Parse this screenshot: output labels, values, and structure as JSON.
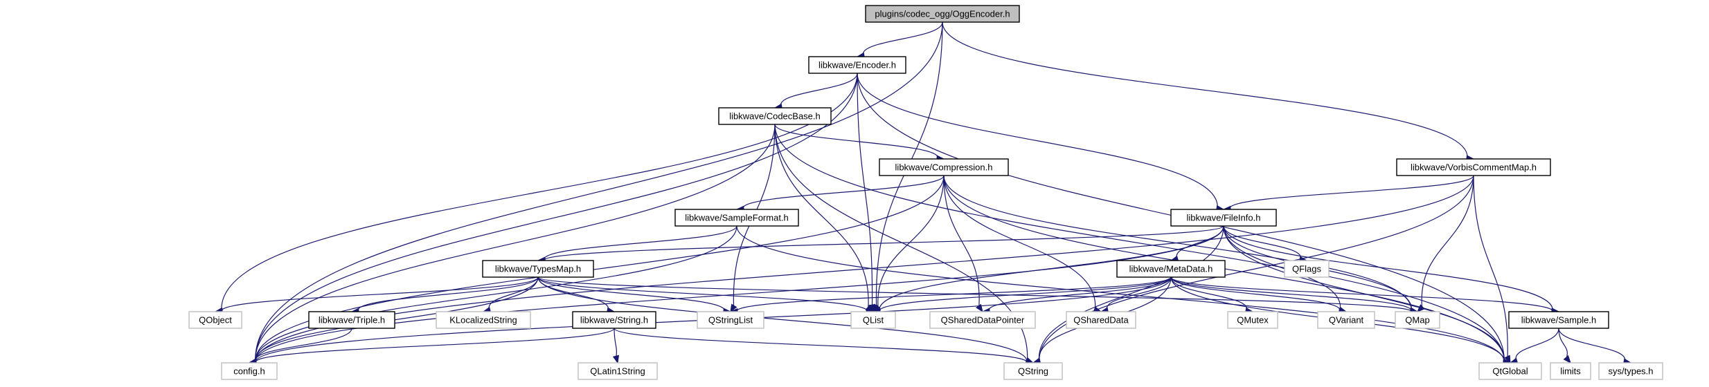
{
  "nodes": [
    {
      "id": "ogg",
      "label": "plugins/codec_ogg/OggEncoder.h",
      "kind": "main"
    },
    {
      "id": "enc",
      "label": "libkwave/Encoder.h",
      "kind": "file"
    },
    {
      "id": "cb",
      "label": "libkwave/CodecBase.h",
      "kind": "file"
    },
    {
      "id": "comp",
      "label": "libkwave/Compression.h",
      "kind": "file"
    },
    {
      "id": "vcm",
      "label": "libkwave/VorbisCommentMap.h",
      "kind": "file"
    },
    {
      "id": "sf",
      "label": "libkwave/SampleFormat.h",
      "kind": "file"
    },
    {
      "id": "fi",
      "label": "libkwave/FileInfo.h",
      "kind": "file"
    },
    {
      "id": "tm",
      "label": "libkwave/TypesMap.h",
      "kind": "file"
    },
    {
      "id": "md",
      "label": "libkwave/MetaData.h",
      "kind": "file"
    },
    {
      "id": "triple",
      "label": "libkwave/Triple.h",
      "kind": "file"
    },
    {
      "id": "str",
      "label": "libkwave/String.h",
      "kind": "file"
    },
    {
      "id": "samp",
      "label": "libkwave/Sample.h",
      "kind": "file"
    },
    {
      "id": "qobj",
      "label": "QObject",
      "kind": "ext"
    },
    {
      "id": "kls",
      "label": "KLocalizedString",
      "kind": "ext"
    },
    {
      "id": "qsl",
      "label": "QStringList",
      "kind": "ext"
    },
    {
      "id": "qlist",
      "label": "QList",
      "kind": "ext"
    },
    {
      "id": "qsdp",
      "label": "QSharedDataPointer",
      "kind": "ext"
    },
    {
      "id": "qsd",
      "label": "QSharedData",
      "kind": "ext"
    },
    {
      "id": "qmutex",
      "label": "QMutex",
      "kind": "ext"
    },
    {
      "id": "qvar",
      "label": "QVariant",
      "kind": "ext"
    },
    {
      "id": "qmap",
      "label": "QMap",
      "kind": "ext"
    },
    {
      "id": "qflags",
      "label": "QFlags",
      "kind": "ext"
    },
    {
      "id": "config",
      "label": "config.h",
      "kind": "ext"
    },
    {
      "id": "ql1s",
      "label": "QLatin1String",
      "kind": "ext"
    },
    {
      "id": "qstr",
      "label": "QString",
      "kind": "ext"
    },
    {
      "id": "qglob",
      "label": "QtGlobal",
      "kind": "ext"
    },
    {
      "id": "limits",
      "label": "limits",
      "kind": "ext"
    },
    {
      "id": "systy",
      "label": "sys/types.h",
      "kind": "ext"
    }
  ],
  "edges": [
    [
      "ogg",
      "enc"
    ],
    [
      "ogg",
      "config"
    ],
    [
      "ogg",
      "qlist"
    ],
    [
      "ogg",
      "vcm"
    ],
    [
      "enc",
      "cb"
    ],
    [
      "enc",
      "config"
    ],
    [
      "enc",
      "qobj"
    ],
    [
      "enc",
      "qlist"
    ],
    [
      "enc",
      "fi"
    ],
    [
      "enc",
      "qglob"
    ],
    [
      "cb",
      "comp"
    ],
    [
      "cb",
      "config"
    ],
    [
      "cb",
      "qsl"
    ],
    [
      "cb",
      "qstr"
    ],
    [
      "cb",
      "qlist"
    ],
    [
      "cb",
      "qglob"
    ],
    [
      "comp",
      "sf"
    ],
    [
      "comp",
      "qlist"
    ],
    [
      "comp",
      "qsdp"
    ],
    [
      "comp",
      "qsd"
    ],
    [
      "comp",
      "qmap"
    ],
    [
      "comp",
      "qglob"
    ],
    [
      "comp",
      "config"
    ],
    [
      "vcm",
      "fi"
    ],
    [
      "vcm",
      "qmap"
    ],
    [
      "vcm",
      "qstr"
    ],
    [
      "vcm",
      "qglob"
    ],
    [
      "vcm",
      "config"
    ],
    [
      "sf",
      "tm"
    ],
    [
      "sf",
      "config"
    ],
    [
      "sf",
      "qglob"
    ],
    [
      "fi",
      "tm"
    ],
    [
      "fi",
      "md"
    ],
    [
      "fi",
      "qflags"
    ],
    [
      "fi",
      "qlist"
    ],
    [
      "fi",
      "qmap"
    ],
    [
      "fi",
      "qvar"
    ],
    [
      "fi",
      "qstr"
    ],
    [
      "fi",
      "qglob"
    ],
    [
      "fi",
      "samp"
    ],
    [
      "fi",
      "config"
    ],
    [
      "tm",
      "qobj"
    ],
    [
      "tm",
      "triple"
    ],
    [
      "tm",
      "kls"
    ],
    [
      "tm",
      "qsl"
    ],
    [
      "tm",
      "str"
    ],
    [
      "tm",
      "qlist"
    ],
    [
      "tm",
      "qmap"
    ],
    [
      "tm",
      "qstr"
    ],
    [
      "tm",
      "config"
    ],
    [
      "md",
      "qsl"
    ],
    [
      "md",
      "qlist"
    ],
    [
      "md",
      "qsdp"
    ],
    [
      "md",
      "qsd"
    ],
    [
      "md",
      "qmutex"
    ],
    [
      "md",
      "qvar"
    ],
    [
      "md",
      "qmap"
    ],
    [
      "md",
      "qstr"
    ],
    [
      "md",
      "qglob"
    ],
    [
      "md",
      "samp"
    ],
    [
      "md",
      "config"
    ],
    [
      "triple",
      "config"
    ],
    [
      "str",
      "ql1s"
    ],
    [
      "str",
      "qstr"
    ],
    [
      "str",
      "config"
    ],
    [
      "samp",
      "qglob"
    ],
    [
      "samp",
      "limits"
    ],
    [
      "samp",
      "systy"
    ]
  ]
}
